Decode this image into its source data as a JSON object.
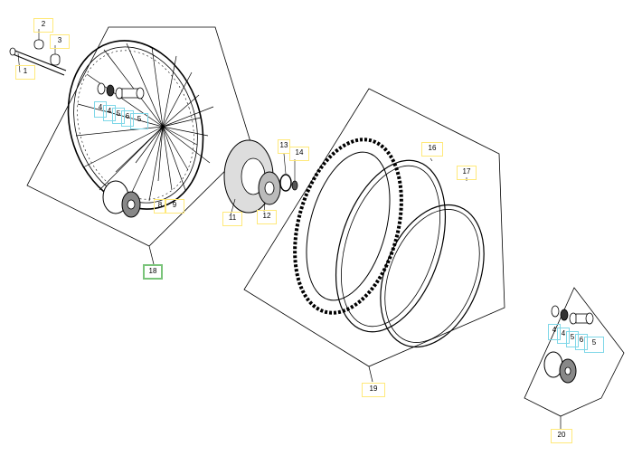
{
  "callouts": {
    "c1": "1",
    "c2": "2",
    "c3": "3",
    "c4a": "4",
    "c4b": "4",
    "c5a": "5",
    "c6a": "6",
    "c5b": "5",
    "c8": "8",
    "c9": "9",
    "c11": "11",
    "c12": "12",
    "c13": "13",
    "c14": "14",
    "c16": "16",
    "c17": "17",
    "c18": "18",
    "c19": "19",
    "c20": "20",
    "c4c": "4",
    "c4d": "4",
    "c5c": "5",
    "c6b": "6",
    "c5d": "5"
  },
  "colors": {
    "callout_border": "#ffe97a",
    "callout_cyan": "#7fd7e8",
    "callout_green": "#7ac47a",
    "line": "#000000"
  }
}
